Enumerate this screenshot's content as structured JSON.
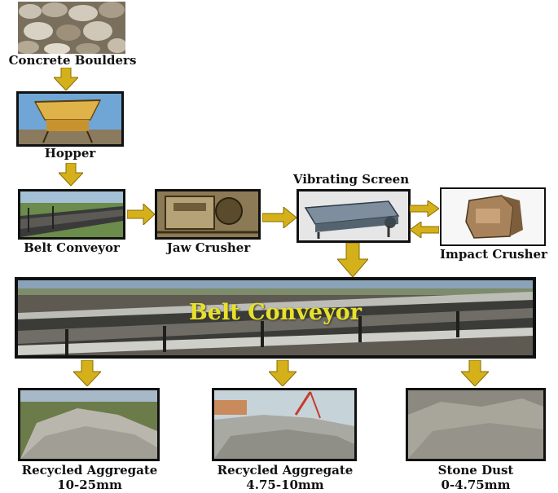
{
  "steps": {
    "boulders": "Concrete Boulders",
    "hopper": "Hopper",
    "belt_conveyor_small": "Belt Conveyor",
    "jaw_crusher": "Jaw Crusher",
    "vibrating_screen": "Vibrating Screen",
    "impact_crusher": "Impact Crusher",
    "belt_conveyor_main": "Belt Conveyor"
  },
  "products": [
    {
      "name": "Recycled Aggregate",
      "size": "10-25mm"
    },
    {
      "name": "Recycled Aggregate",
      "size": "4.75-10mm"
    },
    {
      "name": "Stone Dust",
      "size": "0-4.75mm"
    }
  ],
  "colors": {
    "arrow": "#d4b01a",
    "arrow_stroke": "#8a6d00",
    "conveyor_title": "#e8e12a"
  }
}
